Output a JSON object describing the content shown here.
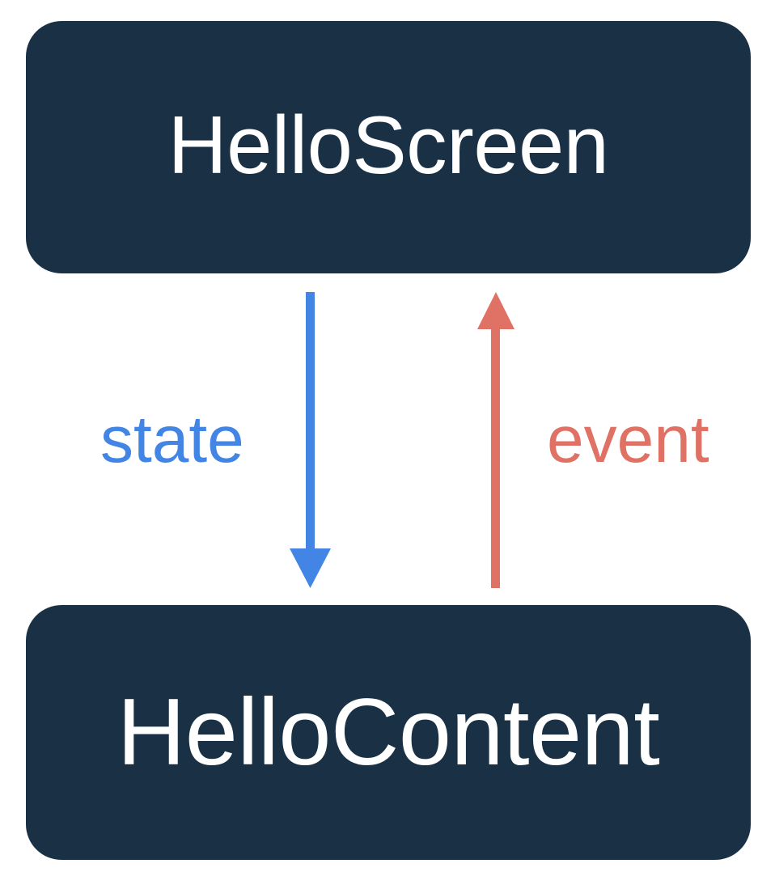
{
  "diagram": {
    "title": "HelloScreen / HelloContent state-event flow",
    "background_color": "#FFFFFF",
    "nodes": [
      {
        "id": "hello-screen",
        "label": "HelloScreen",
        "fill_color": "#1A3145",
        "text_color": "#FFFFFF"
      },
      {
        "id": "hello-content",
        "label": "HelloContent",
        "fill_color": "#1A3145",
        "text_color": "#FFFFFF"
      }
    ],
    "edges": [
      {
        "id": "state-edge",
        "label": "state",
        "color": "#4285E4",
        "from": "HelloScreen",
        "to": "HelloContent",
        "direction": "down"
      },
      {
        "id": "event-edge",
        "label": "event",
        "color": "#DF7165",
        "from": "HelloContent",
        "to": "HelloScreen",
        "direction": "up"
      }
    ]
  }
}
